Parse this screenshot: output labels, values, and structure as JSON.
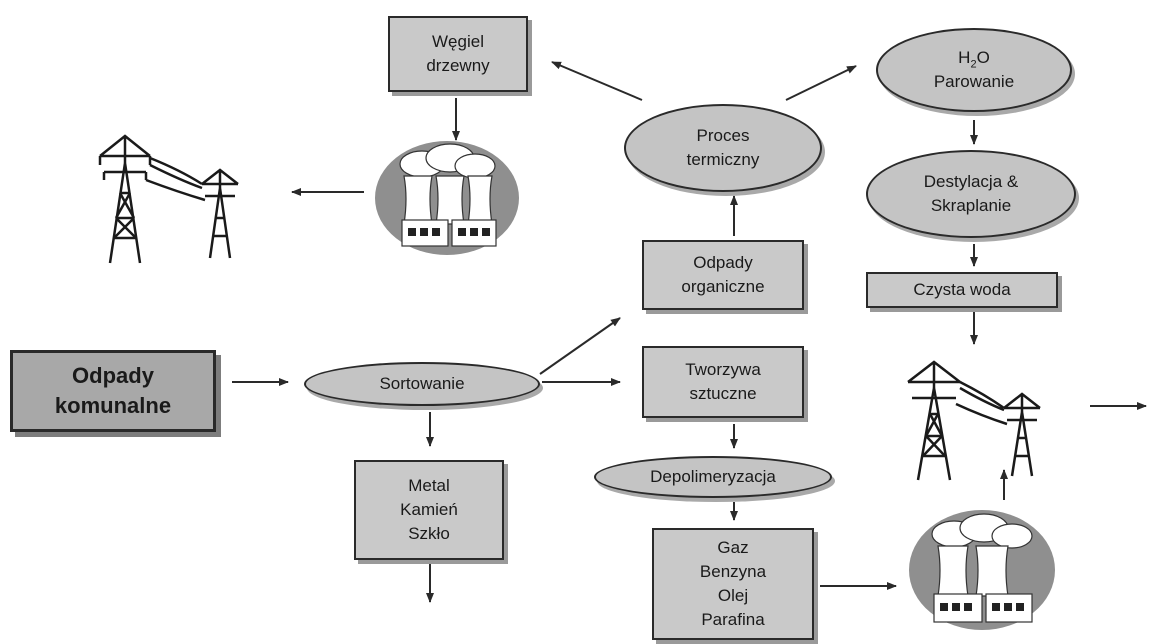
{
  "nodes": {
    "odpady_komunalne": [
      "Odpady",
      "komunalne"
    ],
    "sortowanie": [
      "Sortowanie"
    ],
    "metal_kamien_szklo": [
      "Metal",
      "Kamień",
      "Szkło"
    ],
    "wegiel_drzewny": [
      "Węgiel",
      "drzewny"
    ],
    "proces_termiczny": [
      "Proces",
      "termiczny"
    ],
    "odpady_organiczne": [
      "Odpady",
      "organiczne"
    ],
    "tworzywa_sztuczne": [
      "Tworzywa",
      "sztuczne"
    ],
    "depolimeryzacja": [
      "Depolimeryzacja"
    ],
    "gaz_benzyna": [
      "Gaz",
      "Benzyna",
      "Olej",
      "Parafina"
    ],
    "parowanie_formula": {
      "prefix": "H",
      "sub": "2",
      "suffix": "O"
    },
    "parowanie": [
      "Parowanie"
    ],
    "destylacja": [
      "Destylacja &",
      "Skraplanie"
    ],
    "czysta_woda": [
      "Czysta woda"
    ]
  },
  "icons": [
    "power-plant-icon",
    "power-lines-icon"
  ]
}
